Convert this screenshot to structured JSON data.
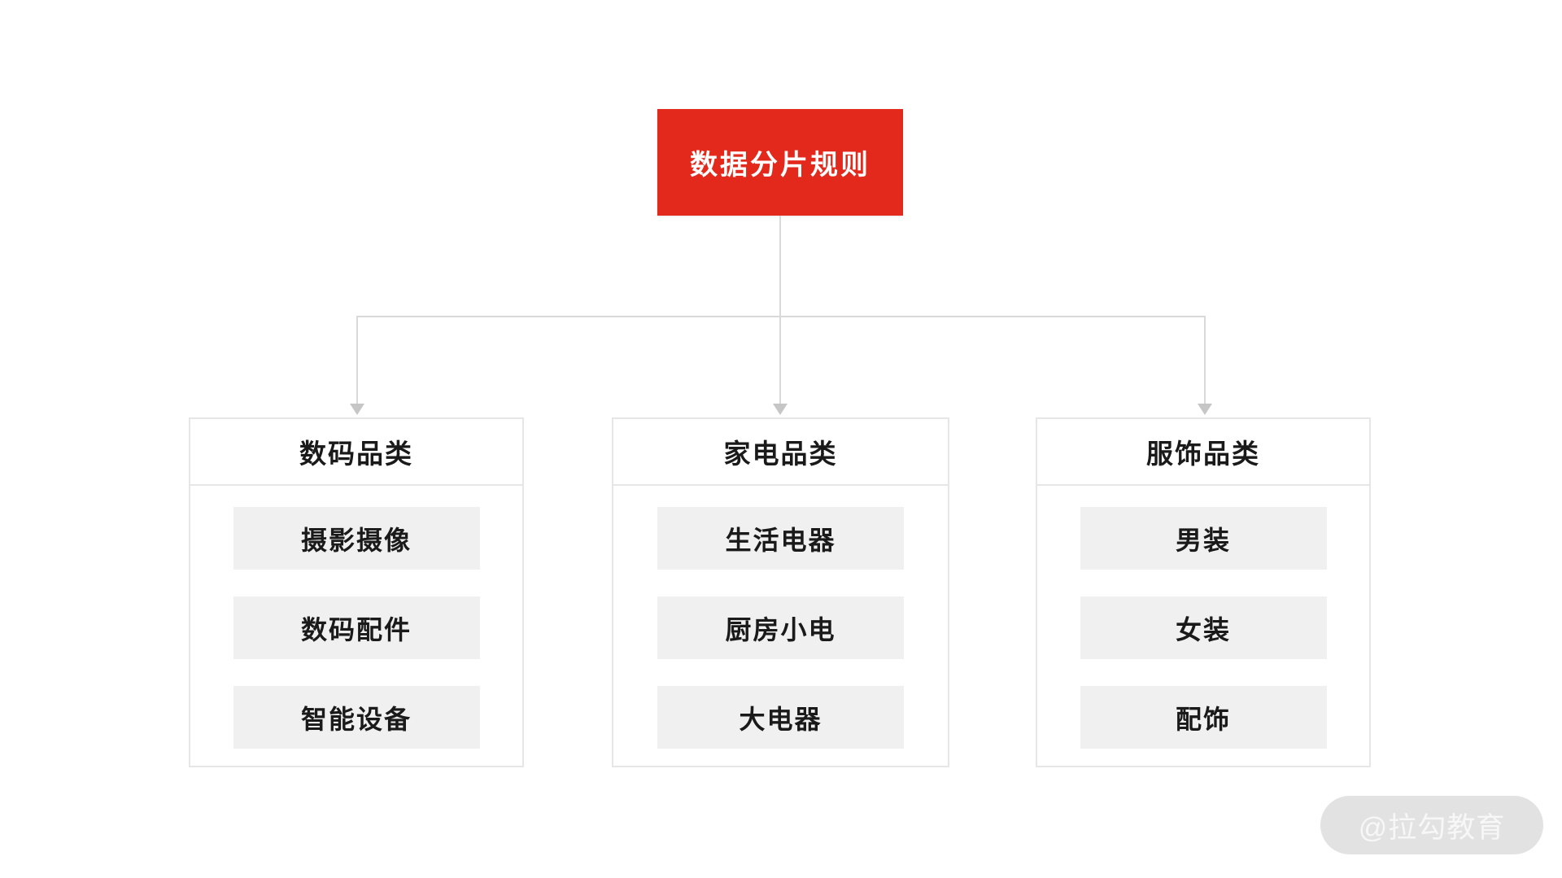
{
  "diagram": {
    "root": {
      "label": "数据分片规则"
    },
    "columns": [
      {
        "header": "数码品类",
        "items": [
          "摄影摄像",
          "数码配件",
          "智能设备"
        ]
      },
      {
        "header": "家电品类",
        "items": [
          "生活电器",
          "厨房小电",
          "大电器"
        ]
      },
      {
        "header": "服饰品类",
        "items": [
          "男装",
          "女装",
          "配饰"
        ]
      }
    ]
  },
  "watermark": {
    "text": "@拉勾教育"
  },
  "colors": {
    "accent_red": "#e2291c",
    "line": "#d9d9d9",
    "arrow": "#c6c6c6",
    "box_border": "#e6e6e6",
    "item_bg": "#f0f0f0",
    "text": "#1a1a1a",
    "watermark_bg": "#e2e2e2",
    "watermark_text": "#f7f7f7"
  }
}
